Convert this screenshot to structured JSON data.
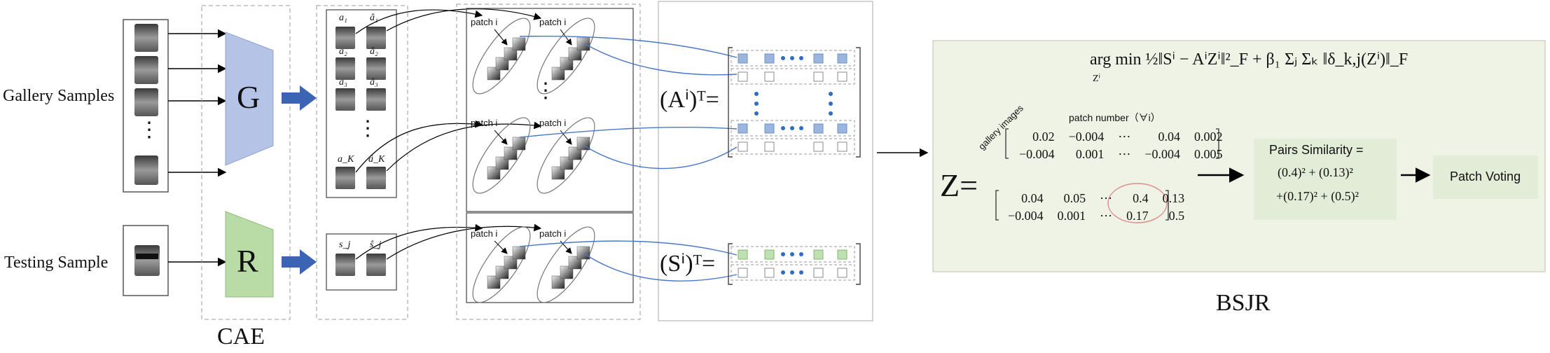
{
  "cae": {
    "gallery_label": "Gallery Samples",
    "testing_label": "Testing Sample",
    "encoder_g": "G",
    "encoder_r": "R",
    "caption": "CAE",
    "ellipsis": "⋮"
  },
  "pairs": {
    "gallery_labels": [
      "a₁",
      "â₁",
      "a₂",
      "â₂",
      "a₃",
      "â₃",
      "a_K",
      "â_K"
    ],
    "testing_labels": [
      "s_j",
      "ŝ_j"
    ],
    "patch_label": "patch i"
  },
  "matrices": {
    "gallery_eq": "(Aⁱ)ᵀ=",
    "testing_eq": "(Sⁱ)ᵀ="
  },
  "bsjr": {
    "caption": "BSJR",
    "objective": "arg min ½‖Sⁱ − AⁱZⁱ‖²_F + β₁ Σⱼ Σₖ ‖δ_k,j(Zⁱ)‖_F",
    "argmin_sub": "Zⁱ",
    "z_label": "Z=",
    "gallery_images_label": "gallery images",
    "patch_number_label": "patch number（∀i）",
    "z_top_rows": [
      [
        "0.02",
        "−0.004",
        "⋯",
        "0.04",
        "0.002"
      ],
      [
        "−0.004",
        "0.001",
        "⋯",
        "−0.004",
        "0.005"
      ]
    ],
    "z_bottom_rows": [
      [
        "0.04",
        "0.05",
        "⋯",
        "0.4",
        "0.13"
      ],
      [
        "−0.004",
        "0.001",
        "⋯",
        "0.17",
        "0.5"
      ]
    ],
    "similarity_title": "Pairs Similarity =",
    "similarity_line1": "(0.4)² + (0.13)²",
    "similarity_line2": "+(0.17)² + (0.5)²",
    "voting_label": "Patch Voting"
  },
  "colors": {
    "encoder_g": "#b4c3e6",
    "encoder_r": "#b9dca6",
    "arrow_blue": "#3c64b4",
    "dot_blue": "#2f6cc4",
    "cell_blue": "#9bb5dd",
    "cell_green": "#bfe0b0",
    "panel_green": "#eef3e5",
    "circle_red": "#e08a8a"
  }
}
